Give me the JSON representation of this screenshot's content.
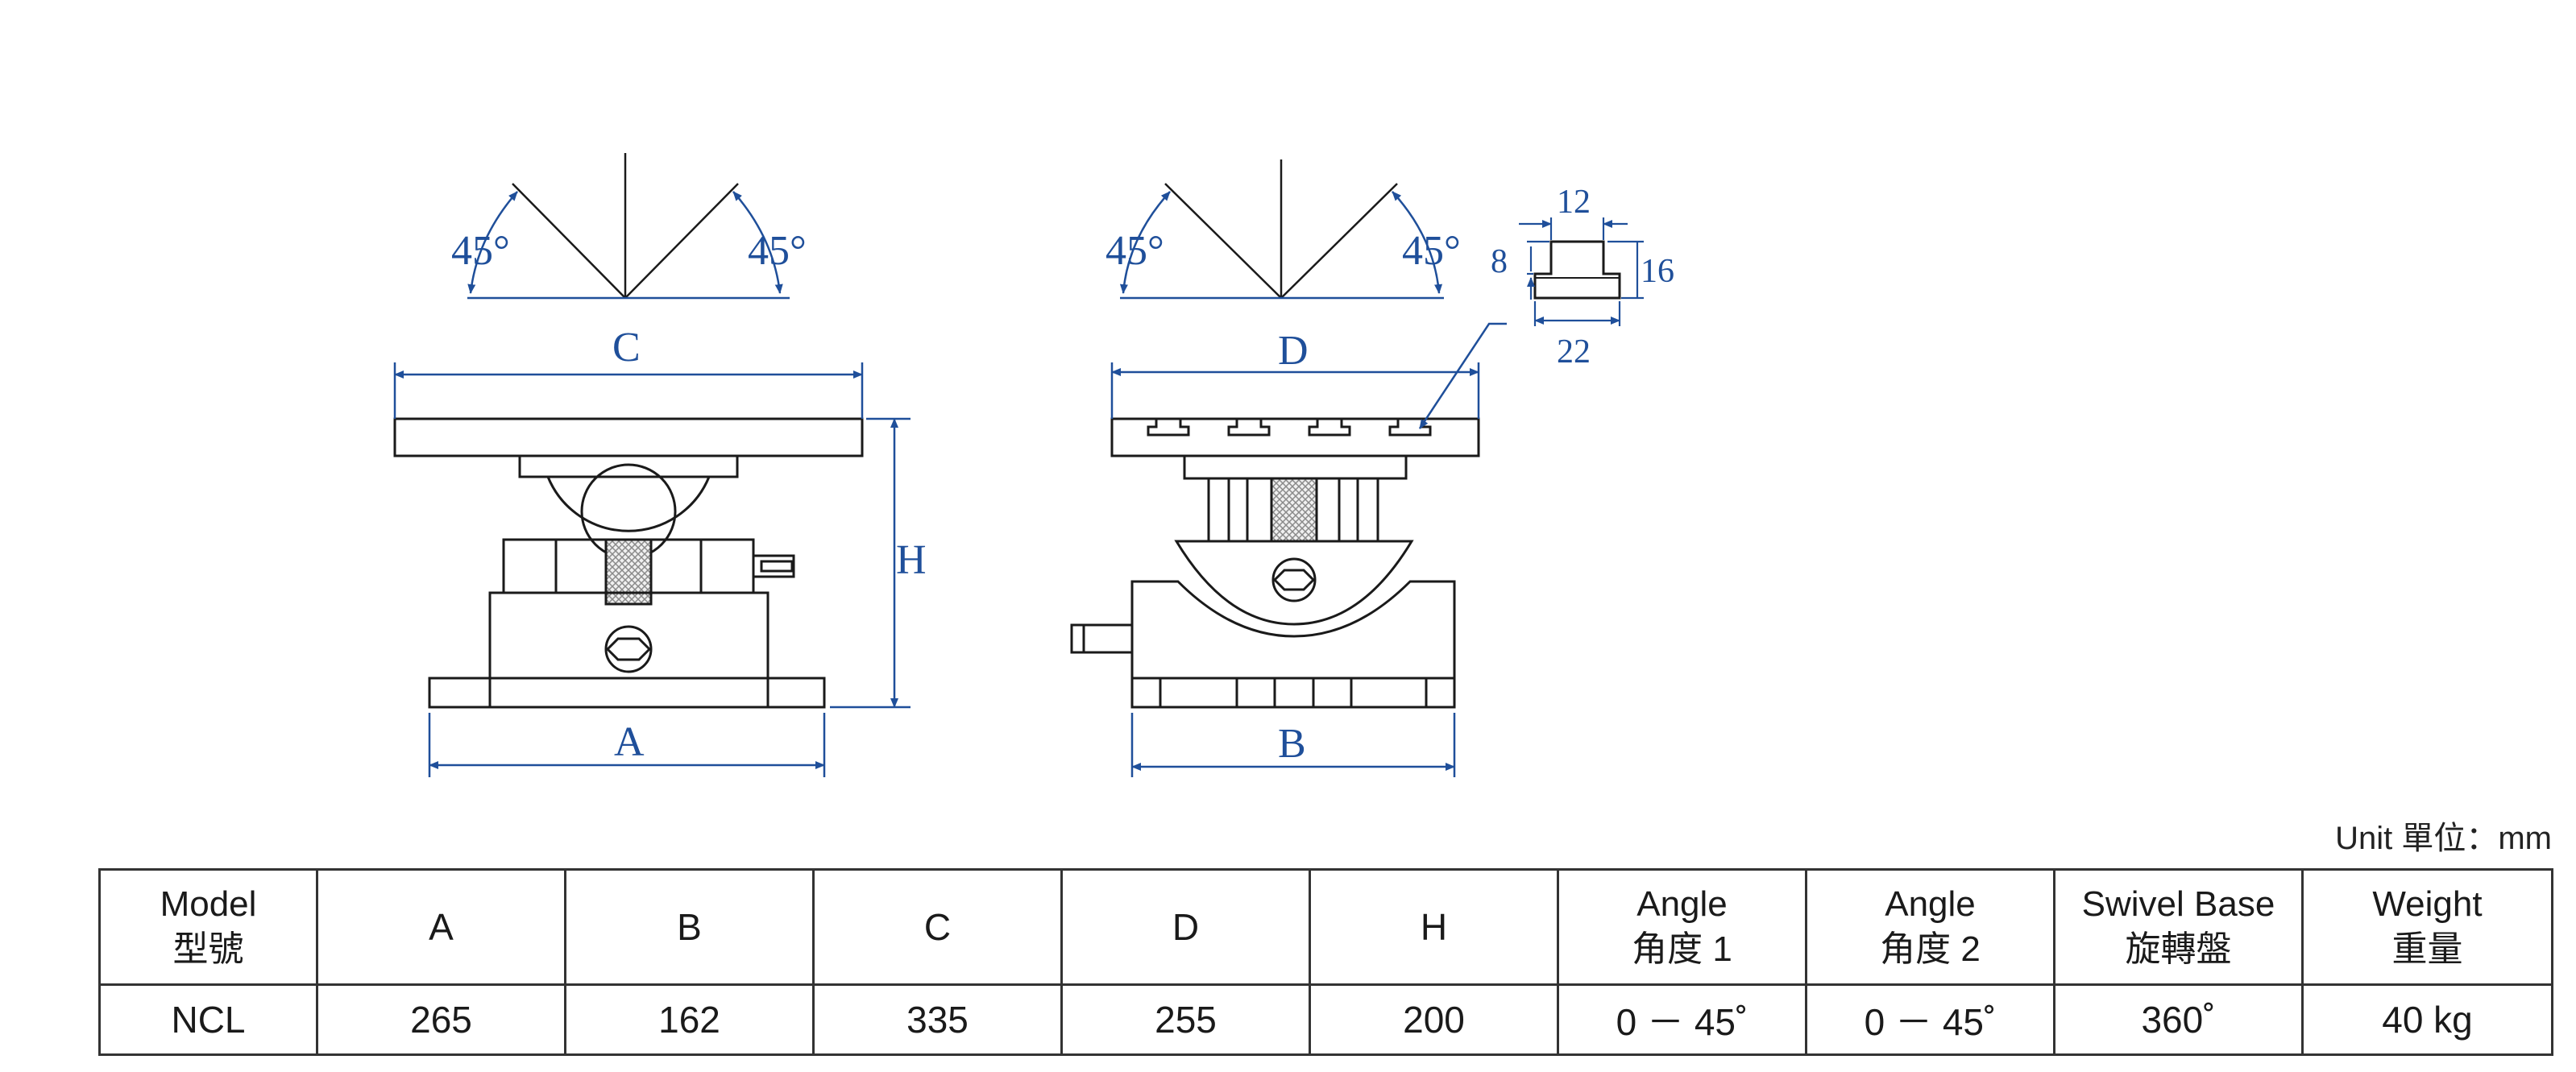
{
  "diagram": {
    "left_view": {
      "angle_left": "45°",
      "angle_right": "45°",
      "dim_top": "C",
      "dim_height": "H",
      "dim_bottom": "A"
    },
    "right_view": {
      "angle_left": "45°",
      "angle_right": "45°",
      "dim_top": "D",
      "dim_bottom": "B"
    },
    "t_slot": {
      "width_top": "12",
      "depth": "8",
      "height": "16",
      "width_bottom": "22"
    }
  },
  "unit_label": "Unit 單位：mm",
  "table": {
    "headers": [
      {
        "en": "Model",
        "zh": "型號"
      },
      {
        "en": "A",
        "zh": ""
      },
      {
        "en": "B",
        "zh": ""
      },
      {
        "en": "C",
        "zh": ""
      },
      {
        "en": "D",
        "zh": ""
      },
      {
        "en": "H",
        "zh": ""
      },
      {
        "en": "Angle",
        "zh": "角度 1"
      },
      {
        "en": "Angle",
        "zh": "角度 2"
      },
      {
        "en": "Swivel Base",
        "zh": "旋轉盤"
      },
      {
        "en": "Weight",
        "zh": "重量"
      }
    ],
    "rows": [
      [
        "NCL",
        "265",
        "162",
        "335",
        "255",
        "200",
        "0 － 45˚",
        "0 － 45˚",
        "360˚",
        "40 kg"
      ]
    ]
  },
  "colors": {
    "dimension": "#1f4f9a",
    "outline": "#1a1a1a",
    "knurl": "#9a9a9a"
  }
}
